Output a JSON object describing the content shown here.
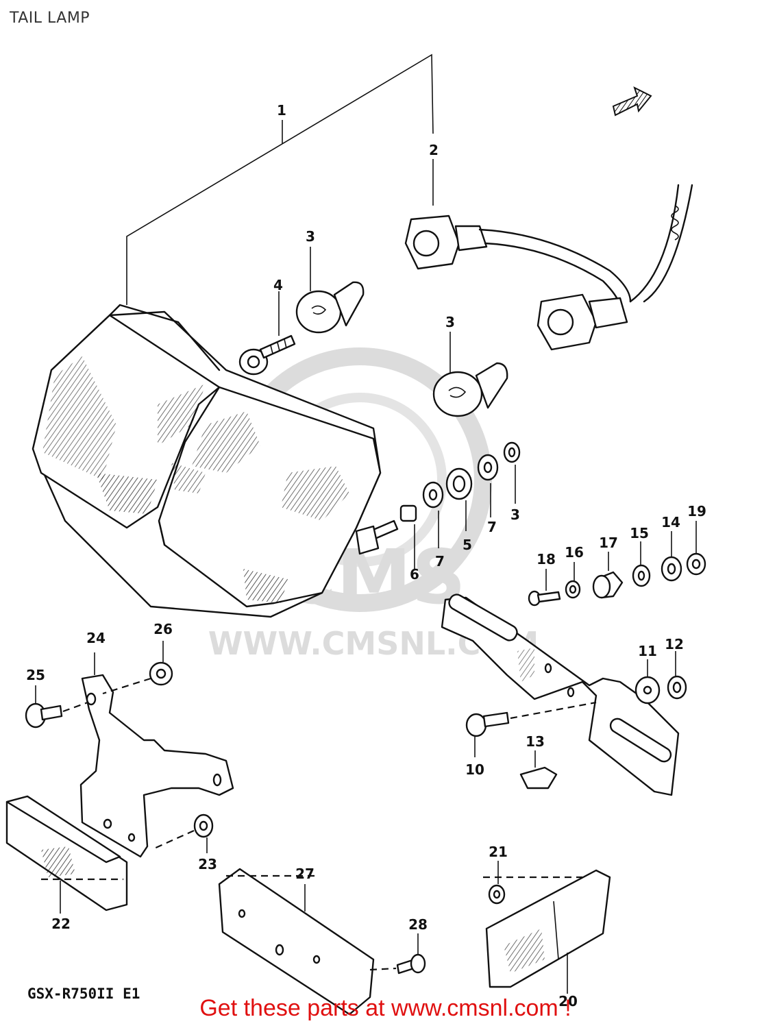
{
  "title": "TAIL LAMP",
  "model_code": "GSX-R750II E1",
  "watermark": {
    "logo_text": "CMS",
    "url_text": "WWW.CMSNL.COM"
  },
  "banner_text": "Get these parts at www.cmsnl.com !",
  "colors": {
    "banner": "#e01010",
    "ink": "#111111",
    "watermark": "#dcdcdc"
  },
  "callouts": [
    {
      "id": "c1",
      "number": "1"
    },
    {
      "id": "c2",
      "number": "2"
    },
    {
      "id": "c3a",
      "number": "3"
    },
    {
      "id": "c3b",
      "number": "3"
    },
    {
      "id": "c3c",
      "number": "3"
    },
    {
      "id": "c4",
      "number": "4"
    },
    {
      "id": "c5",
      "number": "5"
    },
    {
      "id": "c6",
      "number": "6"
    },
    {
      "id": "c7a",
      "number": "7"
    },
    {
      "id": "c7b",
      "number": "7"
    },
    {
      "id": "c10",
      "number": "10"
    },
    {
      "id": "c11",
      "number": "11"
    },
    {
      "id": "c12",
      "number": "12"
    },
    {
      "id": "c13",
      "number": "13"
    },
    {
      "id": "c14",
      "number": "14"
    },
    {
      "id": "c15",
      "number": "15"
    },
    {
      "id": "c16",
      "number": "16"
    },
    {
      "id": "c17",
      "number": "17"
    },
    {
      "id": "c18",
      "number": "18"
    },
    {
      "id": "c19",
      "number": "19"
    },
    {
      "id": "c20",
      "number": "20"
    },
    {
      "id": "c21",
      "number": "21"
    },
    {
      "id": "c22",
      "number": "22"
    },
    {
      "id": "c23",
      "number": "23"
    },
    {
      "id": "c24",
      "number": "24"
    },
    {
      "id": "c25",
      "number": "25"
    },
    {
      "id": "c26",
      "number": "26"
    },
    {
      "id": "c27",
      "number": "27"
    },
    {
      "id": "c28",
      "number": "28"
    }
  ]
}
